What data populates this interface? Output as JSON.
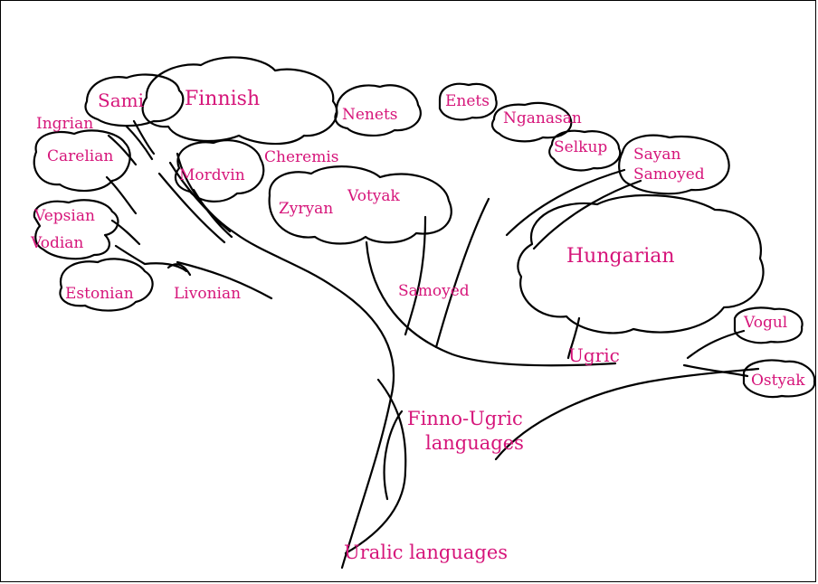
{
  "colors": {
    "label": "#d6157a",
    "line": "#000000",
    "background": "#ffffff"
  },
  "labels": {
    "sami": "Sami",
    "finnish": "Finnish",
    "ingrian": "Ingrian",
    "carelian": "Carelian",
    "mordvin": "Mordvin",
    "cheremis": "Cheremis",
    "vepsian": "Vepsian",
    "vodian": "Vodian",
    "estonian": "Estonian",
    "livonian": "Livonian",
    "zyryan": "Zyryan",
    "votyak": "Votyak",
    "nenets": "Nenets",
    "enets": "Enets",
    "nganasan": "Nganasan",
    "selkup": "Selkup",
    "sayan": "Sayan",
    "samoyed_sub": "Samoyed",
    "hungarian": "Hungarian",
    "samoyed": "Samoyed",
    "ugric": "Ugric",
    "vogul": "Vogul",
    "ostyak": "Ostyak",
    "finno_ugric_1": "Finno-Ugric",
    "finno_ugric_2": "languages",
    "uralic": "Uralic languages"
  }
}
